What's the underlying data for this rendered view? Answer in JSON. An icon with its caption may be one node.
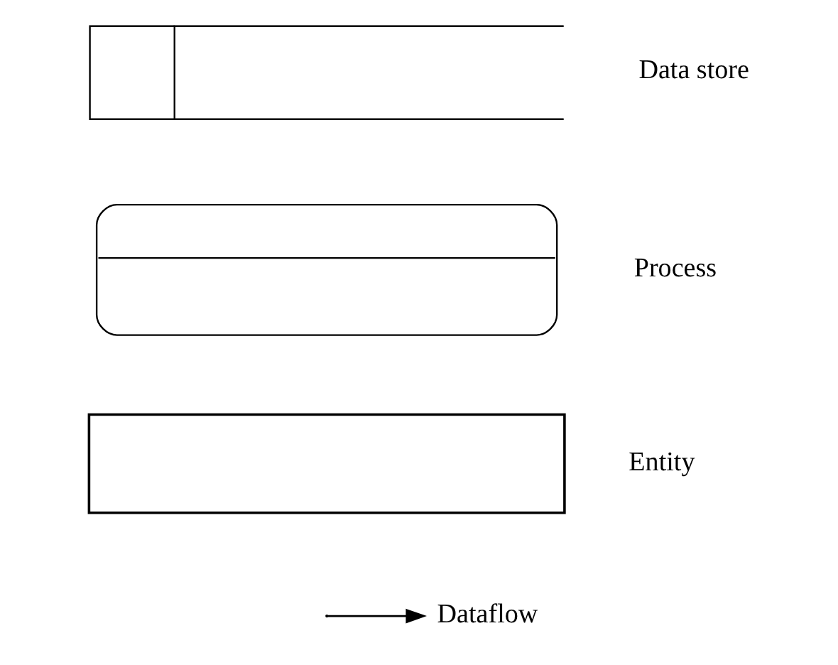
{
  "diagram": {
    "nodes": [
      {
        "text": [],
        "shape": "box",
        "beside": [
          "Data store"
        ]
      },
      {
        "text": [],
        "shape": "box",
        "beside": [
          "Process"
        ]
      },
      {
        "text": [],
        "shape": "box",
        "beside": [
          "Entity"
        ]
      },
      {
        "text": [
          "Dataflow"
        ]
      }
    ],
    "edges": [
      {
        "from": null,
        "to": 3,
        "arrow": "to"
      }
    ]
  }
}
